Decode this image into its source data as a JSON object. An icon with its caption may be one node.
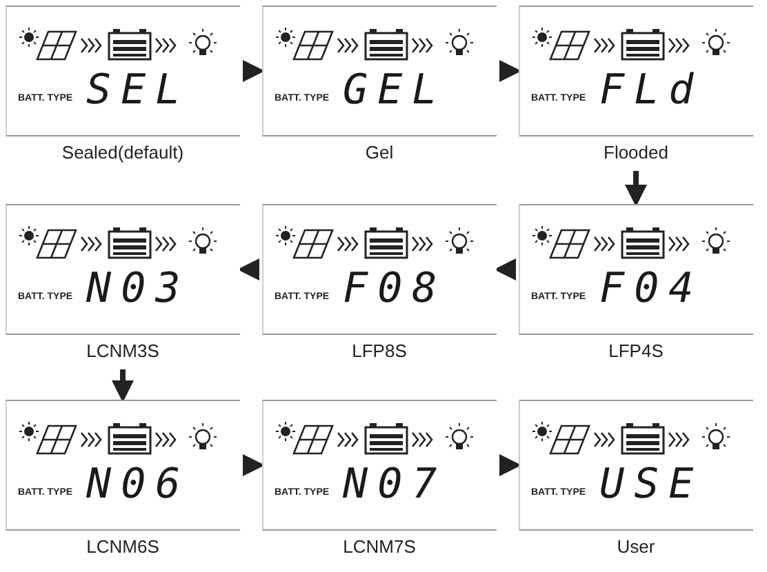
{
  "diagram": {
    "nodes": [
      {
        "text": [
          "BATT. TYPE",
          "SEL"
        ],
        "beside": [
          "Sealed(default)"
        ]
      },
      {
        "text": [
          "BATT. TYPE",
          "GEL"
        ],
        "beside": [
          "Gel"
        ]
      },
      {
        "text": [
          "BATT. TYPE",
          "FLd"
        ],
        "beside": [
          "Flooded"
        ]
      },
      {
        "text": [
          "BATT. TYPE",
          "N03"
        ],
        "beside": [
          "LCNM3S"
        ]
      },
      {
        "text": [
          "BATT. TYPE",
          "F08"
        ],
        "beside": [
          "LFP8S"
        ]
      },
      {
        "text": [
          "BATT. TYPE",
          "F04"
        ],
        "beside": [
          "LFP4S"
        ]
      },
      {
        "text": [
          "BATT. TYPE",
          "N06"
        ],
        "beside": [
          "LCNM6S"
        ]
      },
      {
        "text": [
          "BATT. TYPE",
          "N07"
        ],
        "beside": [
          "LCNM7S"
        ]
      },
      {
        "text": [
          "BATT. TYPE",
          "USE"
        ],
        "beside": [
          "User"
        ]
      }
    ],
    "edges": [
      {
        "from": 0,
        "to": 1,
        "arrow": "to"
      },
      {
        "from": 1,
        "to": 2,
        "arrow": "to"
      },
      {
        "from": 2,
        "to": 5,
        "arrow": "to"
      },
      {
        "from": 5,
        "to": 4,
        "arrow": "to"
      },
      {
        "from": 4,
        "to": 3,
        "arrow": "to"
      },
      {
        "from": 3,
        "to": 6,
        "arrow": "to"
      },
      {
        "from": 6,
        "to": 7,
        "arrow": "to"
      },
      {
        "from": 7,
        "to": 8,
        "arrow": "to"
      }
    ]
  }
}
